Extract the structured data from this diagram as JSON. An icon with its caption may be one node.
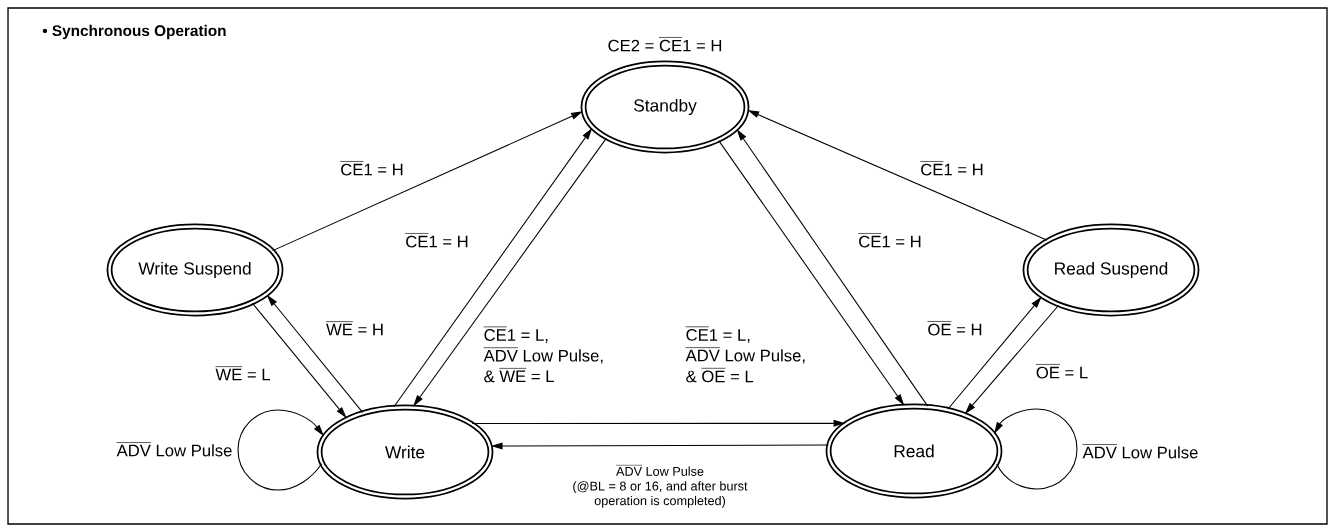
{
  "diagram": {
    "title": "• Synchronous Operation",
    "nodes": [
      {
        "text": [
          "Standby"
        ],
        "beside": [
          "\\text{CE2 = }\\overline{\\text{CE}}\\text{1 = H}"
        ]
      },
      {
        "text": [
          "Write Suspend"
        ]
      },
      {
        "text": [
          "Read Suspend"
        ]
      },
      {
        "text": [
          "Write"
        ]
      },
      {
        "text": [
          "Read"
        ]
      }
    ],
    "edges": [
      {
        "from": 1,
        "to": 0,
        "arrow": "to",
        "label": "\\overline{\\text{CE}}\\text{1 = H}"
      },
      {
        "from": 3,
        "to": 0,
        "arrow": "to",
        "label": "\\overline{\\text{CE}}\\text{1 = H}"
      },
      {
        "from": 0,
        "to": 3,
        "arrow": "to",
        "label": "\\begin{array}{@{}l@{}}\\overline{\\text{CE}}\\text{1 = L,}\\\\\\overline{\\text{ADV}}\\text{ Low Pulse,}\\\\\\text{\\& }\\overline{\\text{WE}}\\text{ = L}\\end{array}"
      },
      {
        "from": 0,
        "to": 4,
        "arrow": "to",
        "label": "\\begin{array}{@{}l@{}}\\overline{\\text{CE}}\\text{1 = L,}\\\\\\overline{\\text{ADV}}\\text{ Low Pulse,}\\\\\\text{\\& }\\overline{\\text{OE}}\\text{ = L}\\end{array}"
      },
      {
        "from": 4,
        "to": 0,
        "arrow": "to",
        "label": "\\overline{\\text{CE}}\\text{1 = H}"
      },
      {
        "from": 2,
        "to": 0,
        "arrow": "to",
        "label": "\\overline{\\text{CE}}\\text{1 = H}"
      },
      {
        "from": 3,
        "to": 1,
        "arrow": "to",
        "label": "\\overline{\\text{WE}}\\text{ = H}"
      },
      {
        "from": 1,
        "to": 3,
        "arrow": "to",
        "label": "\\overline{\\text{WE}}\\text{ = L}"
      },
      {
        "from": 4,
        "to": 2,
        "arrow": "to",
        "label": "\\overline{\\text{OE}}\\text{ = H}"
      },
      {
        "from": 2,
        "to": 4,
        "arrow": "to",
        "label": "\\overline{\\text{OE}}\\text{ = L}"
      },
      {
        "from": 3,
        "to": 4,
        "arrow": "to"
      },
      {
        "from": 4,
        "to": 3,
        "arrow": "to",
        "label": "\\begin{array}{@{}c@{}}\\overline{\\text{ADV}}\\text{ Low Pulse}\\\\\\text{(@BL = 8 or 16, and after burst}\\\\\\text{operation is completed)}\\end{array}"
      },
      {
        "from": 3,
        "to": 3,
        "arrow": "to",
        "label": "\\overline{\\text{ADV}}\\text{ Low Pulse}"
      },
      {
        "from": 4,
        "to": 4,
        "arrow": "to",
        "label": "\\overline{\\text{ADV}}\\text{ Low Pulse}"
      }
    ]
  }
}
